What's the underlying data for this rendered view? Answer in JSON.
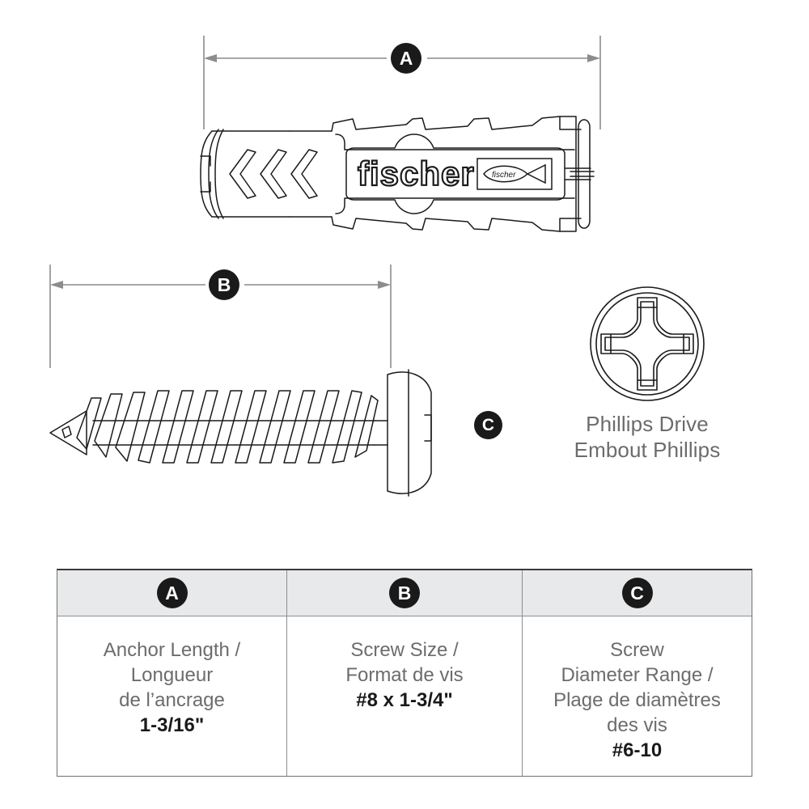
{
  "page": {
    "background": "#ffffff",
    "line_color": "#1a1a1a",
    "dim_line_color": "#8c8c8e",
    "text_gray": "#6c6c6e",
    "badge_bg": "#1a1a1a",
    "badge_fg": "#ffffff",
    "header_bg": "#e8e9ea"
  },
  "dimensions": {
    "a": {
      "label": "A",
      "name": "anchor-length-dimension"
    },
    "b": {
      "label": "B",
      "name": "screw-size-dimension"
    },
    "c": {
      "label": "C",
      "name": "screw-diameter-callout"
    }
  },
  "anchor": {
    "brand_text": "fischer",
    "emblem_text": "fischer",
    "icon_name": "fischer-wall-anchor"
  },
  "screw": {
    "icon_name": "pan-head-wood-screw"
  },
  "drive": {
    "icon_name": "phillips-drive-icon",
    "caption_en": "Phillips Drive",
    "caption_fr": "Embout Phillips"
  },
  "table": {
    "headers": [
      {
        "badge": "A"
      },
      {
        "badge": "B"
      },
      {
        "badge": "C"
      }
    ],
    "columns": [
      {
        "id": "anchor-length",
        "lines": [
          "Anchor Length /",
          "Longueur",
          "de l’ancrage"
        ],
        "value": "1-3/16\""
      },
      {
        "id": "screw-size",
        "lines": [
          "Screw Size /",
          "Format de vis"
        ],
        "value": "#8 x 1-3/4\""
      },
      {
        "id": "screw-diameter-range",
        "lines": [
          "Screw",
          "Diameter Range /",
          "Plage de diamètres",
          "des vis"
        ],
        "value": "#6-10"
      }
    ]
  }
}
